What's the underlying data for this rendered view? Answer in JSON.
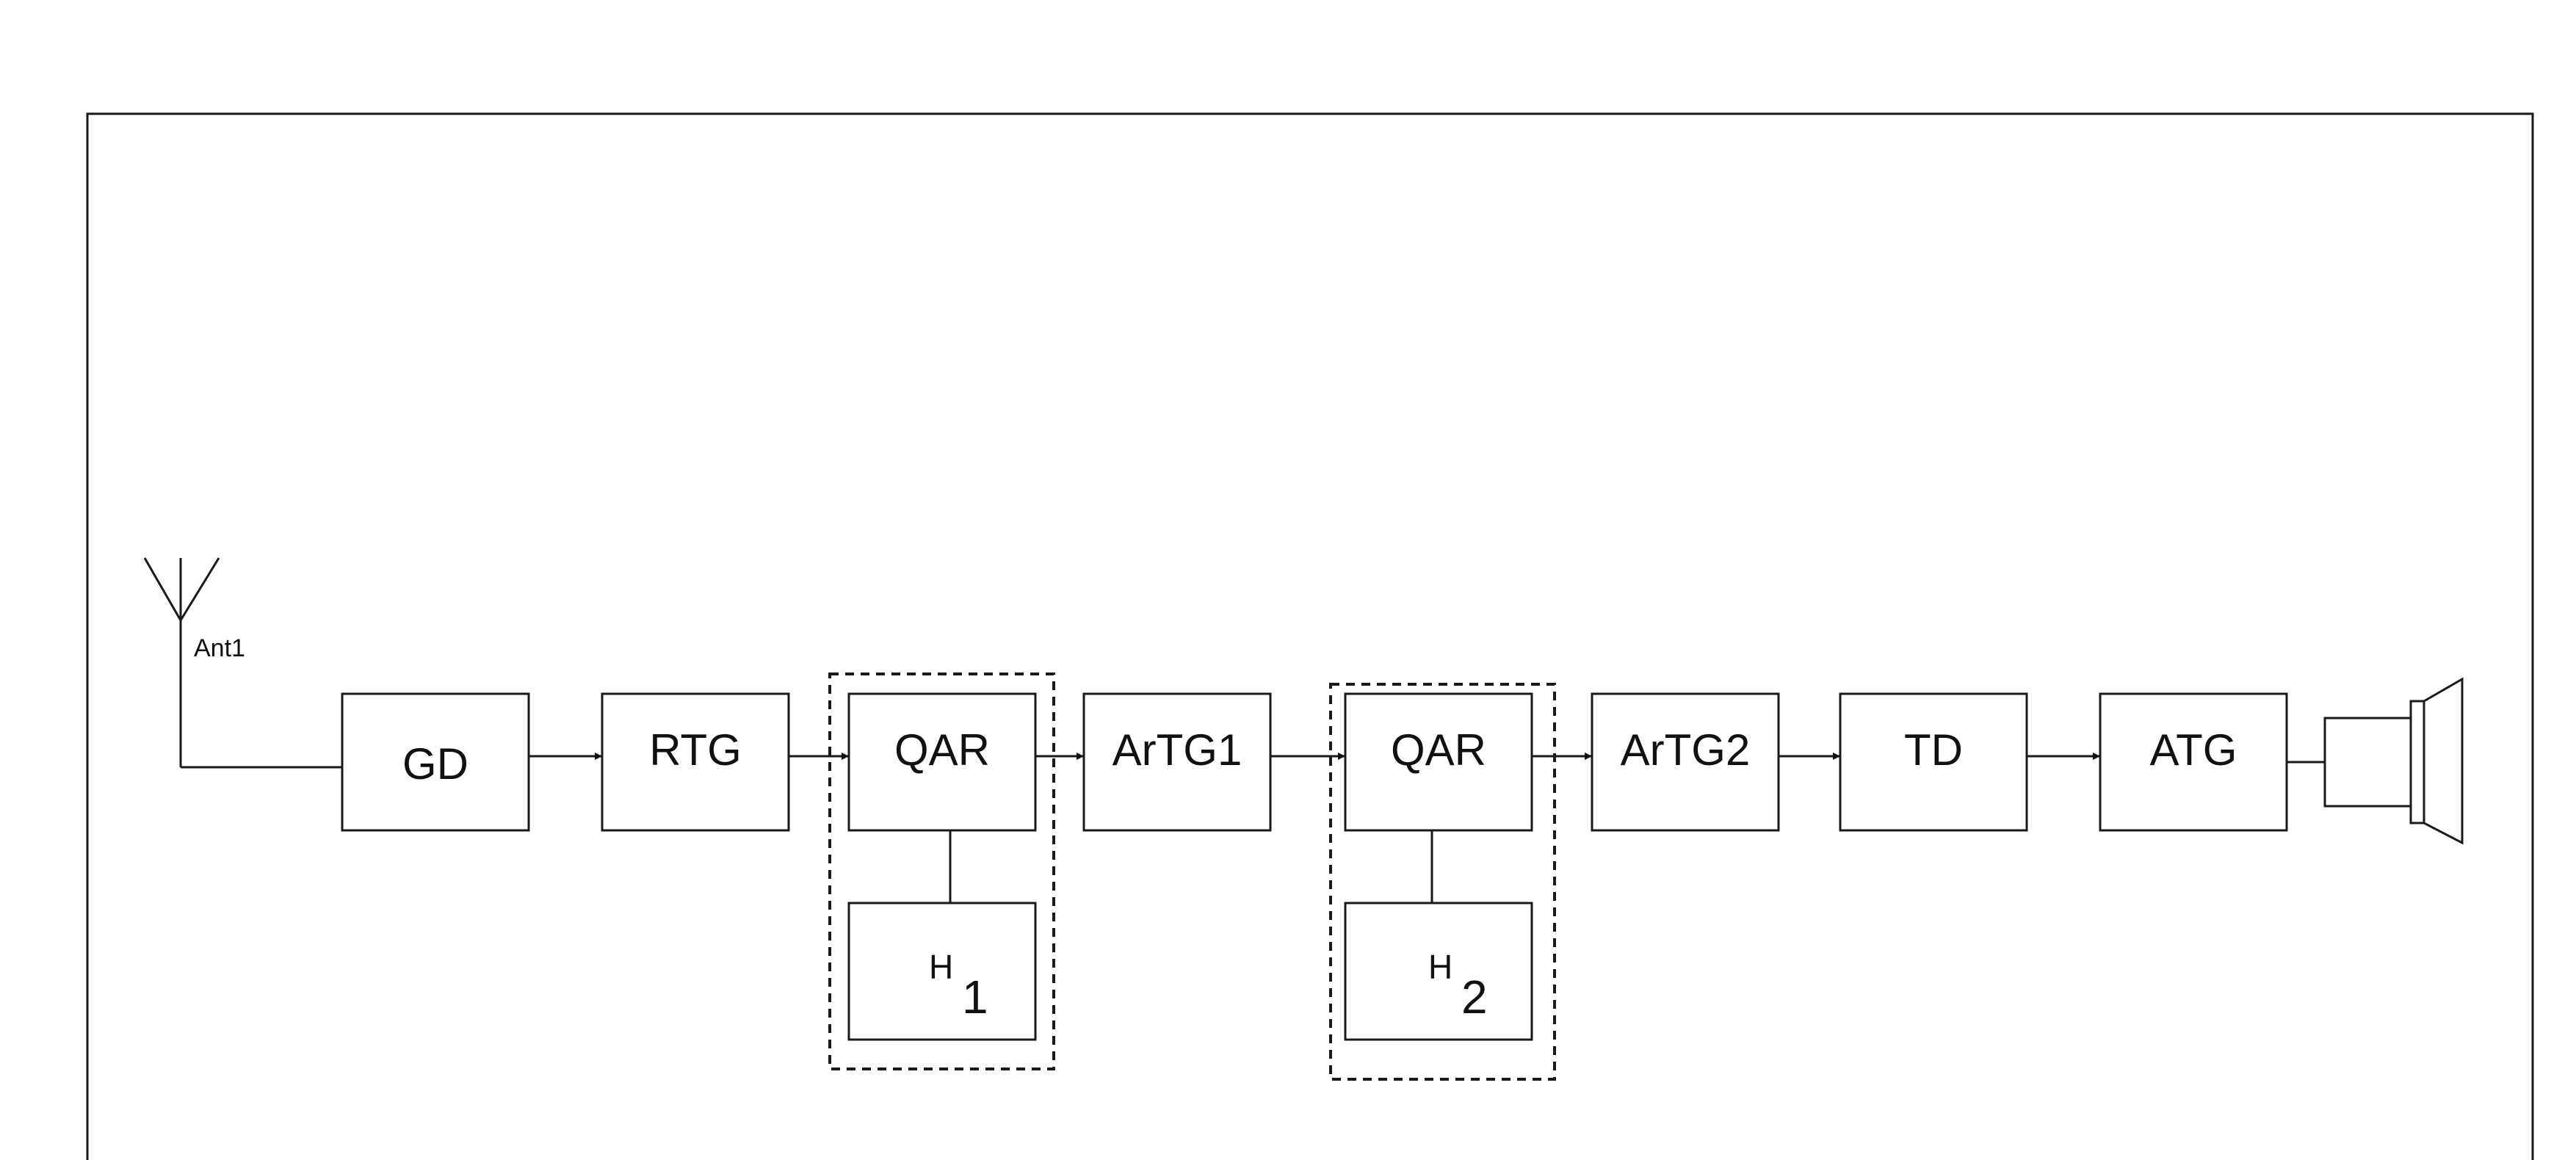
{
  "antenna": {
    "label": "Ant1"
  },
  "blocks": [
    {
      "id": "gd",
      "label": "GD"
    },
    {
      "id": "rtg",
      "label": "RTG"
    },
    {
      "id": "qar1",
      "label": "QAR"
    },
    {
      "id": "artg1",
      "label": "ArTG1"
    },
    {
      "id": "qar2",
      "label": "QAR"
    },
    {
      "id": "artg2",
      "label": "ArTG2"
    },
    {
      "id": "td",
      "label": "TD"
    },
    {
      "id": "atg",
      "label": "ATG"
    }
  ],
  "sub_blocks": [
    {
      "id": "h1",
      "base": "H",
      "index": "1"
    },
    {
      "id": "h2",
      "base": "H",
      "index": "2"
    }
  ],
  "output": {
    "icon": "speaker-icon"
  }
}
